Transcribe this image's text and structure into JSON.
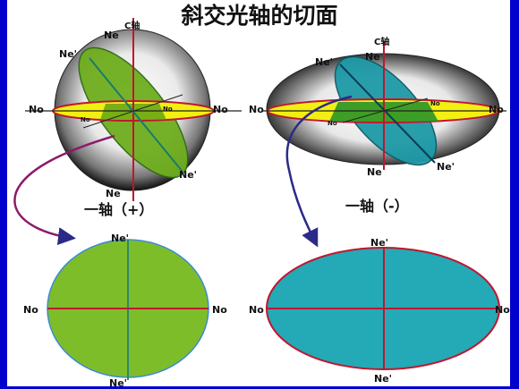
{
  "title": "斜交光轴的切面",
  "labels": {
    "no": "No",
    "ne_prime": "Ne'",
    "ne": "Ne",
    "c_axis": "C轴"
  },
  "left_caption": "一轴（+）",
  "right_caption": "一轴（-）",
  "colors": {
    "frame_blue": "#0000cc",
    "green_section": "#7ebd2a",
    "cyan_section": "#24a9b6",
    "yellow_equator": "#f2ef12",
    "red_axis": "#d10b2b",
    "arrow": "#8b1a6b"
  }
}
